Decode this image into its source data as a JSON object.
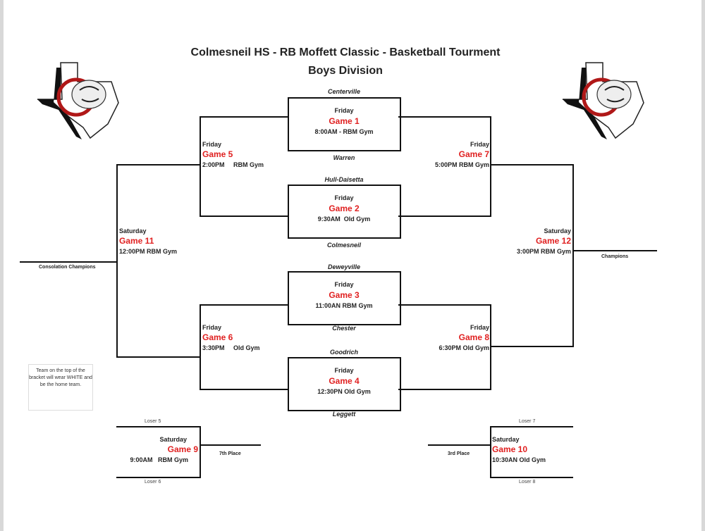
{
  "title": {
    "line1": "Colmesneil HS - RB Moffett Classic - Basketball Tourment",
    "line2": "Boys Division"
  },
  "logo": {
    "name": "bulldog-texas-logo"
  },
  "colors": {
    "game_label": "#e02020",
    "line": "#111111"
  },
  "teams": [
    "Centerville",
    "Warren",
    "Hull-Daisetta",
    "Colmesneil",
    "Deweyville",
    "Chester",
    "Goodrich",
    "Leggett"
  ],
  "games": {
    "g1": {
      "day": "Friday",
      "label": "Game 1",
      "time": "8:00AM - RBM Gym"
    },
    "g2": {
      "day": "Friday",
      "label": "Game 2",
      "time": "9:30AM  Old Gym"
    },
    "g3": {
      "day": "Friday",
      "label": "Game 3",
      "time": "11:00AN RBM Gym"
    },
    "g4": {
      "day": "Friday",
      "label": "Game 4",
      "time": "12:30PN Old Gym"
    },
    "g5": {
      "day": "Friday",
      "label": "Game 5",
      "time": "2:00PM     RBM Gym"
    },
    "g6": {
      "day": "Friday",
      "label": "Game 6",
      "time": "3:30PM     Old Gym"
    },
    "g7": {
      "day": "Friday",
      "label": "Game 7",
      "time": "5:00PM RBM Gym"
    },
    "g8": {
      "day": "Friday",
      "label": "Game 8",
      "time": "6:30PM Old Gym"
    },
    "g9": {
      "day": "Saturday",
      "label": "Game 9",
      "time": "9:00AM   RBM Gym"
    },
    "g10": {
      "day": "Saturday",
      "label": "Game 10",
      "time": "10:30AN Old Gym"
    },
    "g11": {
      "day": "Saturday",
      "label": "Game 11",
      "time": "12:00PM RBM Gym"
    },
    "g12": {
      "day": "Saturday",
      "label": "Game 12",
      "time": "3:00PM RBM Gym"
    }
  },
  "results": {
    "consolation": "Consolation Champions",
    "champions": "Champions",
    "seventh": "7th Place",
    "third": "3rd Place"
  },
  "losers": {
    "l5": "Loser 5",
    "l6": "Loser 6",
    "l7": "Loser 7",
    "l8": "Loser 8"
  },
  "note": "Team on the top of the bracket will wear WHITE and be the home team."
}
